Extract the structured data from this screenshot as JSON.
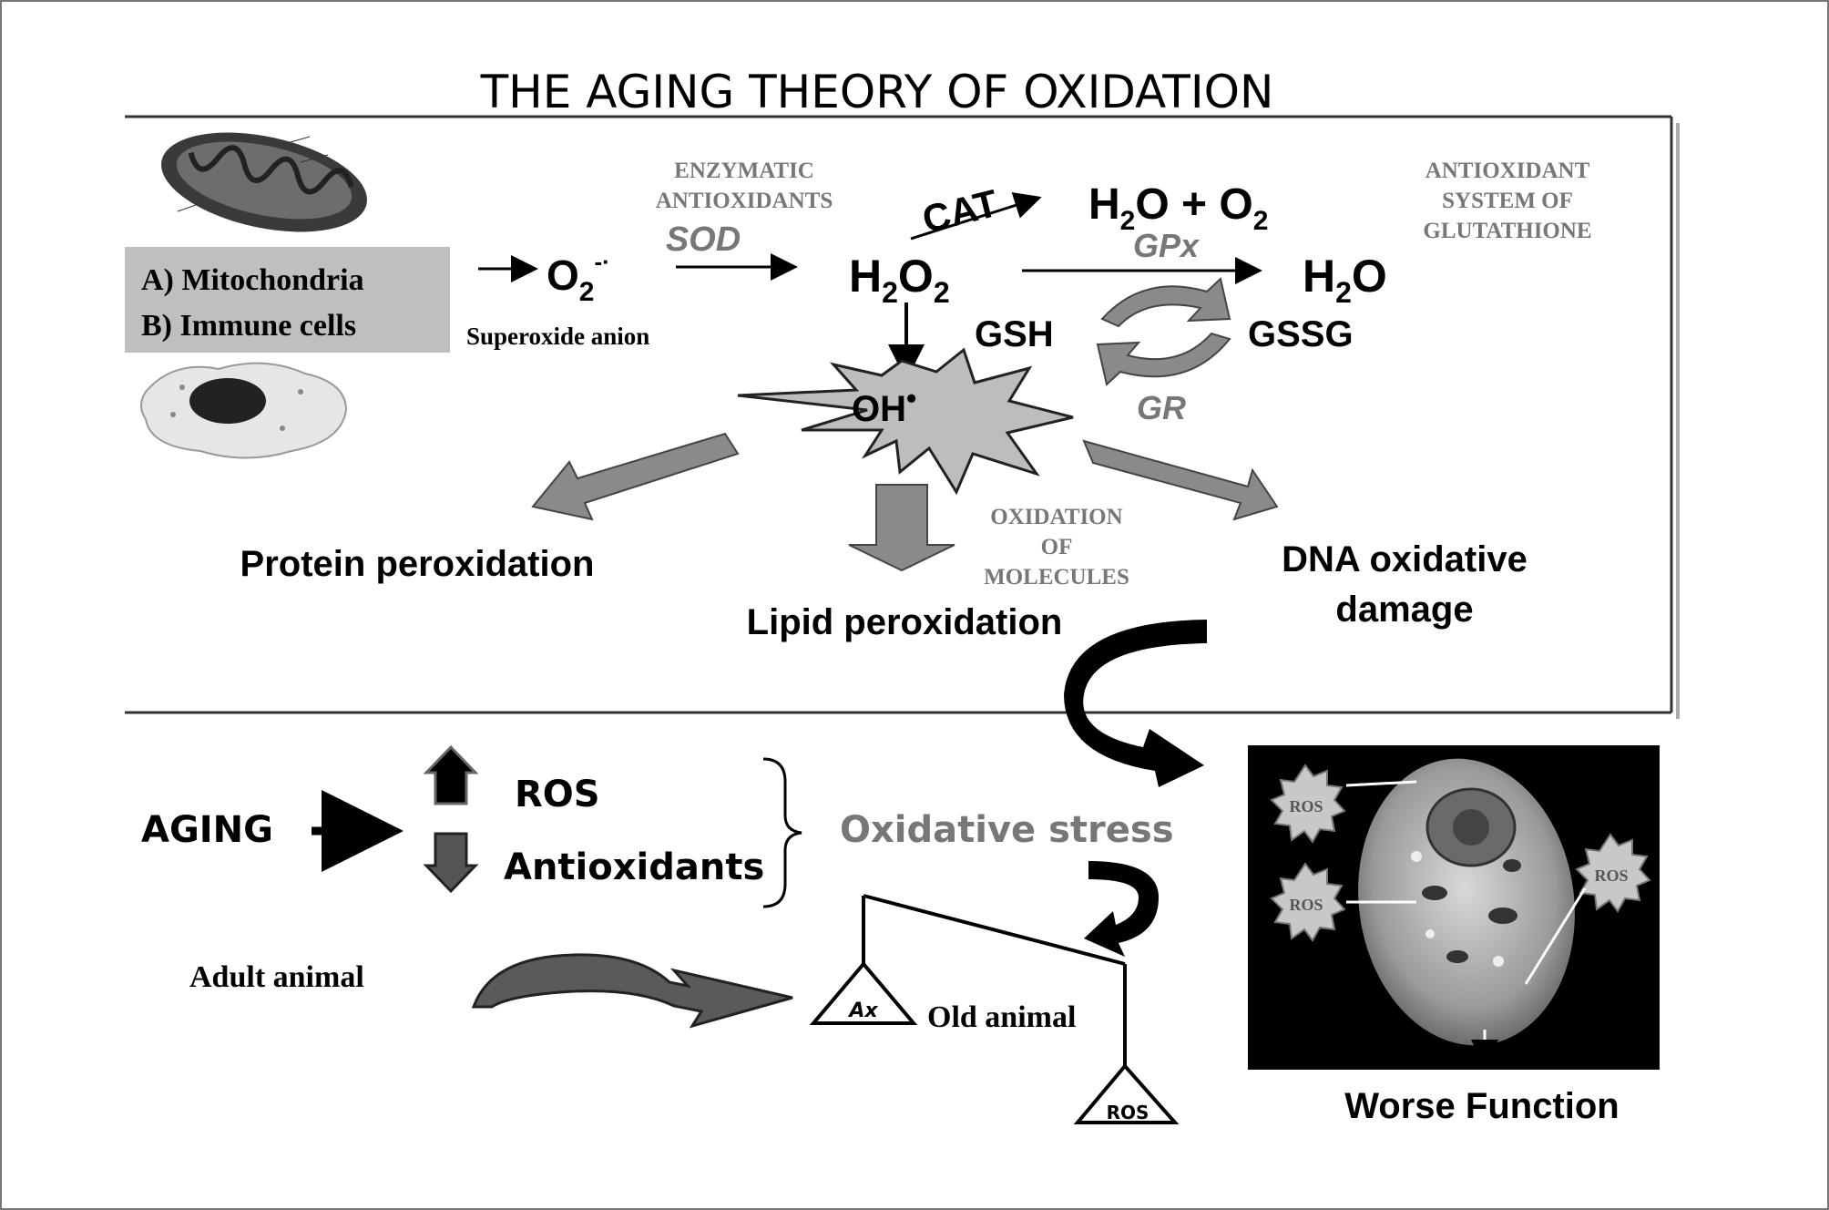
{
  "title": "THE AGING THEORY OF OXIDATION",
  "sources": {
    "mitochondria": "A) Mitochondria",
    "immune": "B) Immune cells"
  },
  "superoxide": {
    "symbol": "O",
    "subscript": "2",
    "charge": "-·",
    "label": "Superoxide anion"
  },
  "enzymatic": {
    "label_line1": "ENZYMATIC",
    "label_line2": "ANTIOXIDANTS",
    "sod": "SOD",
    "cat": "CAT",
    "gpx": "GPx",
    "gr": "GR"
  },
  "molecules": {
    "h2o2_a": "H",
    "h2o2_sub1": "2",
    "h2o2_b": "O",
    "h2o2_sub2": "2",
    "h2o_o2_a": "H",
    "h2o_o2_sub1": "2",
    "h2o_o2_b": "O + O",
    "h2o_o2_sub2": "2",
    "h2o_a": "H",
    "h2o_sub": "2",
    "h2o_b": "O",
    "gsh": "GSH",
    "gssg": "GSSG",
    "oh": "OH",
    "oh_dot": "•"
  },
  "glutathione": {
    "line1": "ANTIOXIDANT",
    "line2": "SYSTEM OF",
    "line3": "GLUTATHIONE"
  },
  "damage": {
    "protein": "Protein peroxidation",
    "lipid": "Lipid peroxidation",
    "dna_line1": "DNA oxidative",
    "dna_line2": "damage",
    "oxid_line1": "OXIDATION",
    "oxid_line2": "OF",
    "oxid_line3": "MOLECULES"
  },
  "aging": {
    "aging": "AGING",
    "ros": "ROS",
    "antioxidants": "Antioxidants",
    "oxidative_stress": "Oxidative stress",
    "adult_animal": "Adult animal",
    "old_animal": "Old animal",
    "ax": "Ax",
    "ros_weight": "ROS"
  },
  "cell_panel": {
    "ros_badge_1": "ROS",
    "ros_badge_2": "ROS",
    "ros_badge_3": "ROS",
    "caption": "Worse Function"
  },
  "colors": {
    "frame": "#333333",
    "gray_box": "#bfbfbf",
    "arrow_gray": "#8a8a8a",
    "stress_text": "#777777",
    "cell_panel_bg": "#000000"
  }
}
